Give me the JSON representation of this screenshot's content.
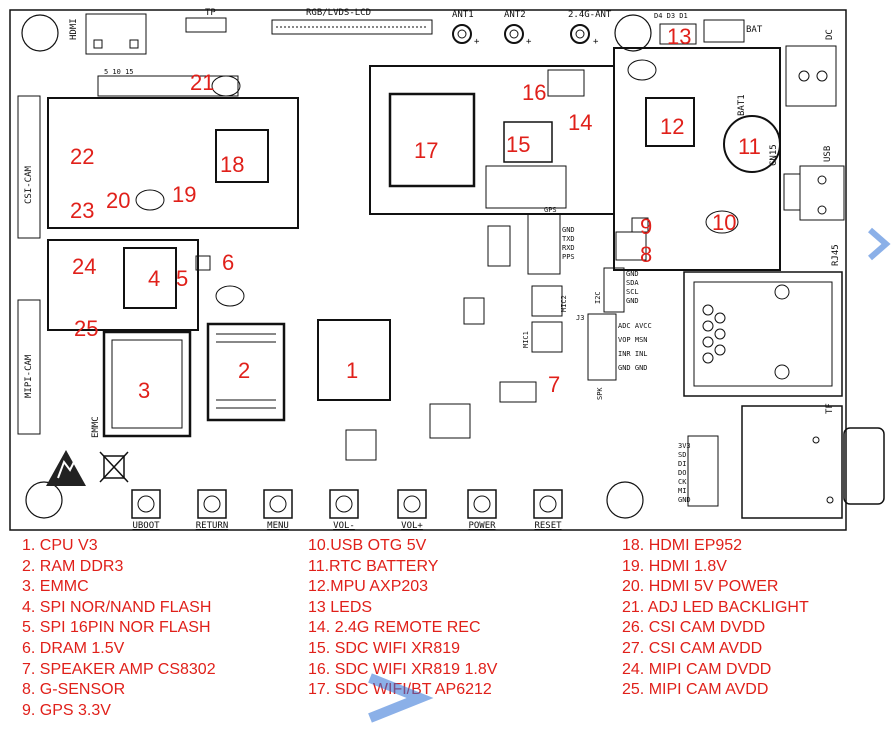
{
  "silkscreen": {
    "hdmi": "HDMI",
    "tp": "TP",
    "lcd": "RGB/LVDS-LCD",
    "ant1": "ANT1",
    "ant2": "ANT2",
    "ant24": "2.4G-ANT",
    "leds": "D4 D3 D1",
    "bat": "BAT",
    "dc": "DC",
    "bat1": "BAT1",
    "cn15": "CN15",
    "usb": "USB",
    "csi_cam": "CSI-CAM",
    "mipi_cam": "MIPI-CAM",
    "rj45": "RJ45",
    "tf": "TF",
    "emmc": "EMMC",
    "mic1": "MIC1",
    "mic2": "MIC2",
    "spk": "SPK",
    "j3": "J3",
    "i2c": "I2C",
    "gps": "GPS",
    "plus": "+",
    "minus": "-",
    "header_pins": "5  10  15",
    "gps_pins": [
      "GND",
      "TXD",
      "RXD",
      "PPS"
    ],
    "i2c_pins": [
      "GND",
      "SDA",
      "SCL",
      "GND"
    ],
    "audio_pins": [
      "ADC AVCC",
      "VOP MSN",
      "INR INL",
      "GND GND"
    ],
    "sd_pins": [
      "3V3",
      "SD",
      "DI",
      "DO",
      "CK",
      "MI",
      "GND"
    ]
  },
  "buttons": [
    {
      "label": "UBOOT"
    },
    {
      "label": "RETURN"
    },
    {
      "label": "MENU"
    },
    {
      "label": "VOL-"
    },
    {
      "label": "VOL+"
    },
    {
      "label": "POWER"
    },
    {
      "label": "RESET"
    }
  ],
  "markers": [
    "1",
    "2",
    "3",
    "4",
    "5",
    "6",
    "7",
    "8",
    "9",
    "10",
    "11",
    "12",
    "13",
    "14",
    "15",
    "16",
    "17",
    "18",
    "19",
    "20",
    "21",
    "22",
    "23",
    "24",
    "25"
  ],
  "legend": {
    "col1": [
      "1. CPU V3",
      "2. RAM DDR3",
      "3. EMMC",
      "4. SPI NOR/NAND FLASH",
      "5. SPI 16PIN NOR FLASH",
      "6. DRAM 1.5V",
      "7. SPEAKER AMP CS8302",
      "8. G-SENSOR",
      "9. GPS 3.3V"
    ],
    "col2": [
      "10.USB OTG 5V",
      "11.RTC BATTERY",
      "12.MPU AXP203",
      "13 LEDS",
      "14. 2.4G REMOTE REC",
      "15. SDC WIFI XR819",
      "16. SDC WIFI XR819 1.8V",
      "17. SDC WIFI/BT AP6212"
    ],
    "col3": [
      "18. HDMI EP952",
      "19. HDMI 1.8V",
      "20. HDMI 5V POWER",
      "21. ADJ LED BACKLIGHT",
      "26. CSI CAM DVDD",
      "27. CSI CAM AVDD",
      "24. MIPI CAM DVDD",
      "25. MIPI CAM AVDD"
    ]
  },
  "colors": {
    "marker_red": "#e0201a",
    "outline": "#111111",
    "watermark_blue": "#2b6fd6"
  }
}
